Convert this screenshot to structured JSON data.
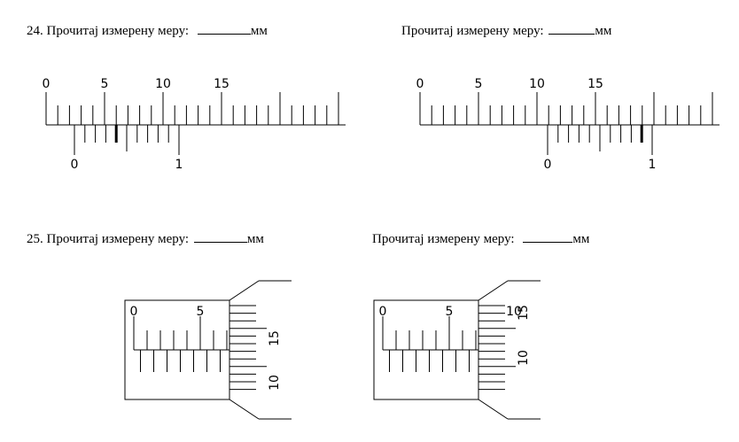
{
  "questions": [
    {
      "number": "24.",
      "prompt": "Прочитај измерену меру:",
      "unit": "мм"
    },
    {
      "number": "",
      "prompt": "Прочитај измерену меру:",
      "unit": "мм"
    },
    {
      "number": "25.",
      "prompt": "Прочитај измерену меру:",
      "unit": "мм"
    },
    {
      "number": "",
      "prompt": "Прочитај измерену меру:",
      "unit": "мм"
    }
  ],
  "caliper_scales": {
    "main_labels": [
      "0",
      "5",
      "10",
      "15"
    ],
    "vernier_labels": [
      "0",
      "1"
    ]
  },
  "micrometer_1": {
    "sleeve_labels": [
      "0",
      "5"
    ],
    "thimble_labels": [
      "15",
      "10"
    ]
  },
  "micrometer_2": {
    "sleeve_labels": [
      "0",
      "5",
      "10"
    ],
    "thimble_labels": [
      "15",
      "10"
    ]
  }
}
